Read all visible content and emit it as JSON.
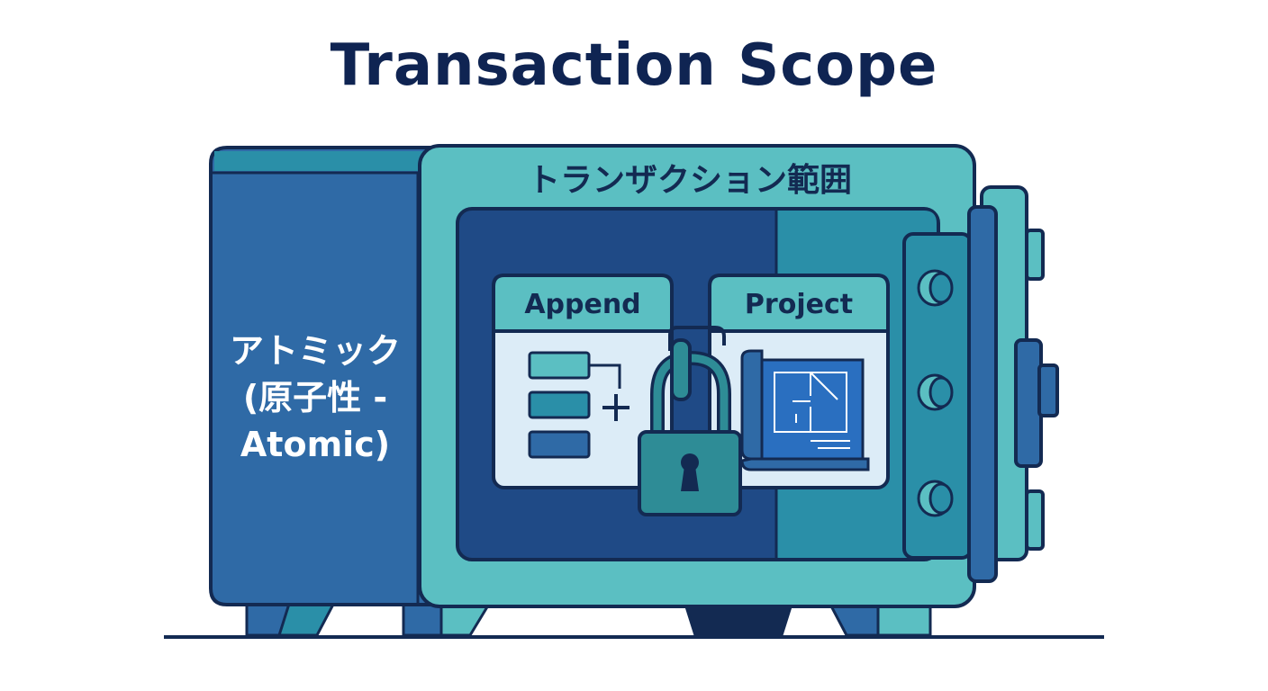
{
  "title": "Transaction Scope",
  "scope_label": "トランザクション範囲",
  "atomic_label_lines": [
    "アトミック",
    "(原子性 -",
    "Atomic)"
  ],
  "cards": {
    "append": {
      "label": "Append"
    },
    "project": {
      "label": "Project"
    }
  },
  "colors": {
    "navy": "#132a52",
    "dark_blue": "#1f4a86",
    "mid_blue": "#2f6aa6",
    "teal": "#5bbfc2",
    "teal_dark": "#2a8fa8",
    "card_bg": "#dcecf7",
    "lock": "#2e8c96"
  },
  "icons": [
    "flowchart-icon",
    "plus-icon",
    "padlock-icon",
    "blueprint-icon",
    "bolt-icon"
  ]
}
